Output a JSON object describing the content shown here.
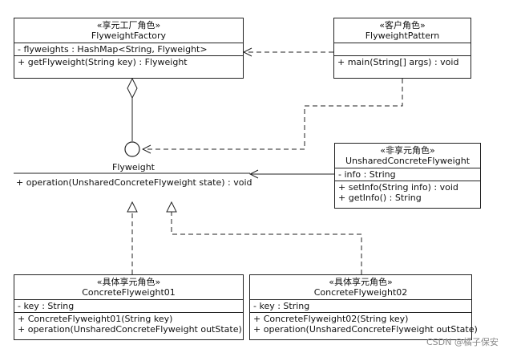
{
  "factory": {
    "stereotype": "«享元工厂角色»",
    "name": "FlyweightFactory",
    "attributes": [
      "- flyweights : HashMap<String, Flyweight>"
    ],
    "operations": [
      "+ getFlyweight(String key) : Flyweight"
    ]
  },
  "client": {
    "stereotype": "«客户角色»",
    "name": "FlyweightPattern",
    "attributes": [
      ""
    ],
    "operations": [
      "+ main(String[] args) : void"
    ]
  },
  "flyweight": {
    "name": "Flyweight",
    "operations": [
      "+ operation(UnsharedConcreteFlyweight state) : void"
    ]
  },
  "unshared": {
    "stereotype": "«非享元角色»",
    "name": "UnsharedConcreteFlyweight",
    "attributes": [
      "- info : String"
    ],
    "operations": [
      "+ setInfo(String info) : void",
      "+ getInfo() : String"
    ]
  },
  "concrete1": {
    "stereotype": "«具体享元角色»",
    "name": "ConcreteFlyweight01",
    "attributes": [
      "-  key : String"
    ],
    "operations": [
      "+ ConcreteFlyweight01(String key)",
      "+ operation(UnsharedConcreteFlyweight outState)"
    ]
  },
  "concrete2": {
    "stereotype": "«具体享元角色»",
    "name": "ConcreteFlyweight02",
    "attributes": [
      "-  key : String"
    ],
    "operations": [
      "+ ConcreteFlyweight02(String key)",
      "+ operation(UnsharedConcreteFlyweight outState)"
    ]
  },
  "watermark": "CSDN @橘子保安"
}
